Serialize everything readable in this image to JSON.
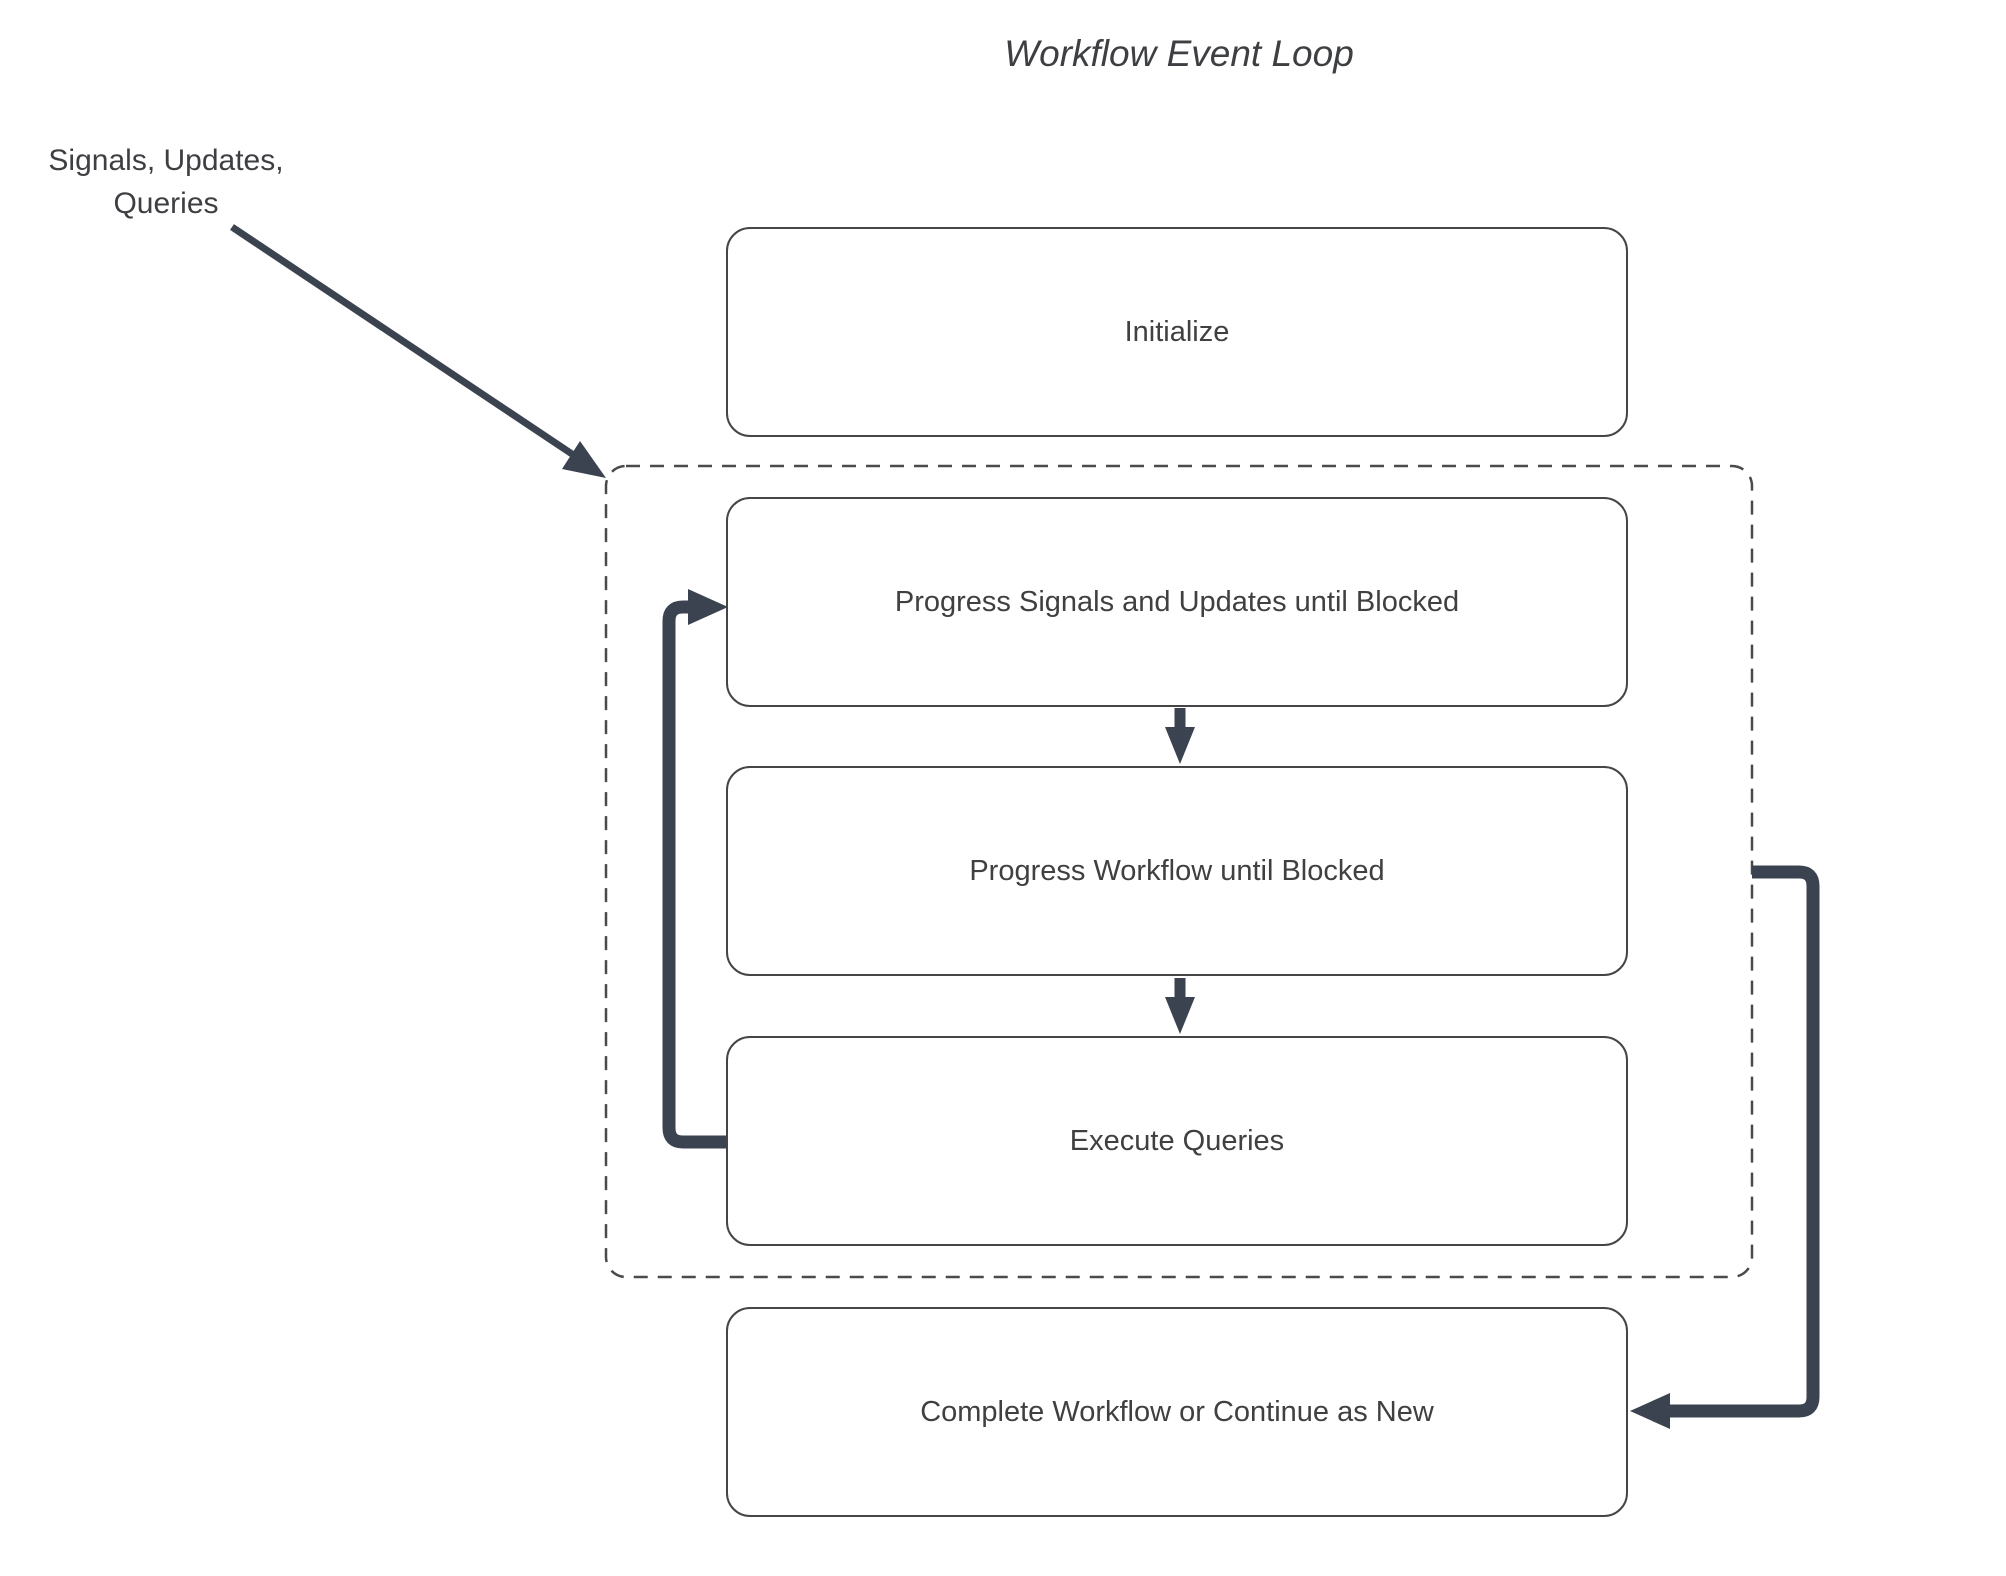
{
  "title": "Workflow Event Loop",
  "annotation": {
    "label": "Signals, Updates,\nQueries"
  },
  "nodes": {
    "initialize": "Initialize",
    "progress_signals": "Progress Signals and Updates until Blocked",
    "progress_workflow": "Progress Workflow until Blocked",
    "execute_queries": "Execute Queries",
    "complete": "Complete Workflow or Continue as New"
  },
  "icons": {
    "arrows": "arrowhead-icon"
  },
  "colors": {
    "background": "#ffffff",
    "box_border": "#454545",
    "dashed_border": "#4a4a4a",
    "arrow": "#3b4351",
    "text": "#404040"
  }
}
